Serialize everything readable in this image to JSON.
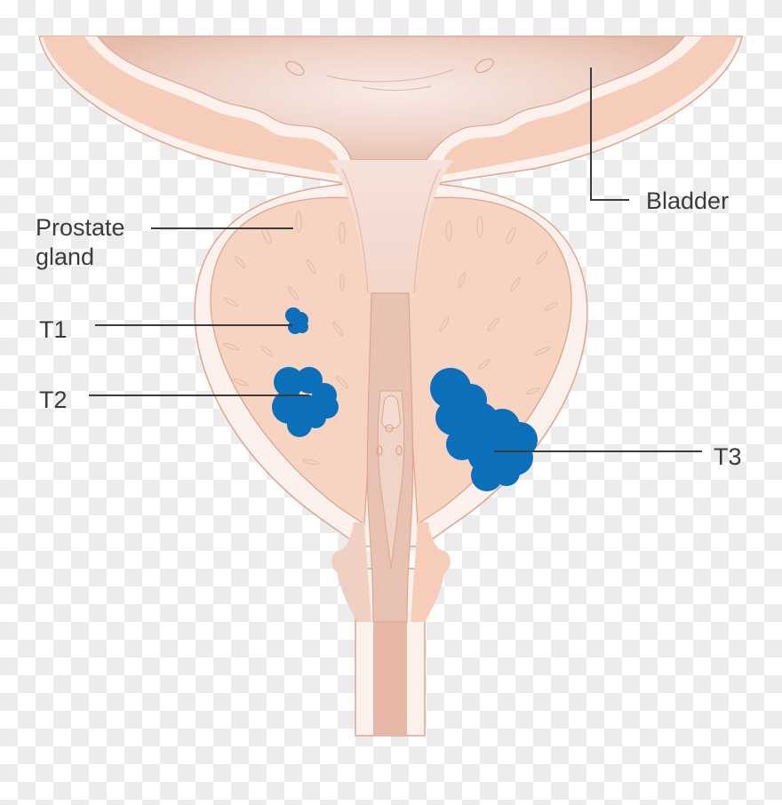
{
  "title": "Prostate cancer T stages diagram",
  "colors": {
    "bladder_outer": "#f6cdb8",
    "bladder_wall_light": "#fdf1ee",
    "bladder_lumen": "#f1dcd3",
    "prostate_tissue": "#f7d3c2",
    "outline": "#dea58f",
    "urethra": "#e8b8a6",
    "tumor": "#0b6fba",
    "label_text": "#3a3a3a"
  },
  "labels": {
    "bladder": "Bladder",
    "prostate_line1": "Prostate",
    "prostate_line2": "gland",
    "t1": "T1",
    "t2": "T2",
    "t3": "T3"
  },
  "tumors": [
    {
      "stage": "T1",
      "description": "small tumor inside prostate"
    },
    {
      "stage": "T2",
      "description": "larger tumor confined to prostate"
    },
    {
      "stage": "T3",
      "description": "tumor breaking through prostate capsule"
    }
  ]
}
